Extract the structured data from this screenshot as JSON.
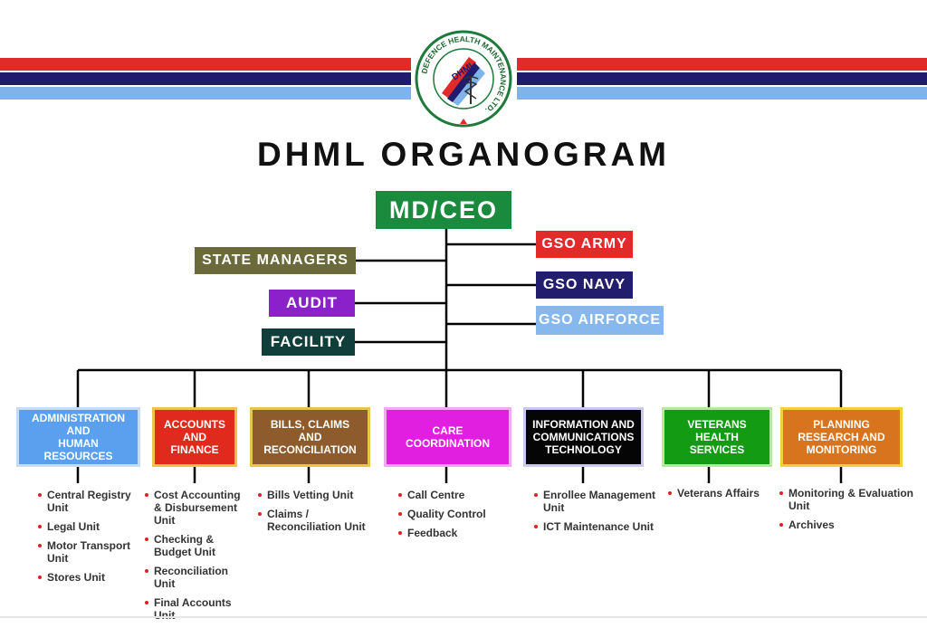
{
  "header": {
    "title": "DHML ORGANOGRAM",
    "logo_ring_text": "DEFENCE HEALTH MAINTENANCE LTD.",
    "logo_text": "DHML",
    "stripe_colors": [
      "#e12a2a",
      "#1f1c6e",
      "#7fb3ea"
    ]
  },
  "top": {
    "md_ceo": "MD/CEO"
  },
  "left_boxes": [
    {
      "label": "STATE MANAGERS",
      "color": "#6b6a3b"
    },
    {
      "label": "AUDIT",
      "color": "#8b22c9"
    },
    {
      "label": "FACILITY",
      "color": "#0f3e3b"
    }
  ],
  "right_boxes": [
    {
      "label": "GSO ARMY",
      "color": "#e12a2a"
    },
    {
      "label": "GSO NAVY",
      "color": "#231d6e"
    },
    {
      "label": "GSO AIRFORCE",
      "color": "#86b8ee"
    }
  ],
  "departments": [
    {
      "label": "ADMINISTRATION AND HUMAN RESOURCES",
      "lines": [
        "ADMINISTRATION",
        "AND",
        "HUMAN RESOURCES"
      ],
      "color": "#5aa0ee",
      "border": "#c7dcf4",
      "units": [
        "Central Registry Unit",
        "Legal Unit",
        "Motor Transport Unit",
        "Stores Unit"
      ]
    },
    {
      "label": "ACCOUNTS AND FINANCE",
      "lines": [
        "ACCOUNTS",
        "AND",
        "FINANCE"
      ],
      "color": "#e02a1d",
      "border": "#f2c14a",
      "units": [
        "Cost Accounting & Disbursement Unit",
        "Checking & Budget Unit",
        "Reconciliation Unit",
        "Final Accounts Unit"
      ]
    },
    {
      "label": "BILLS, CLAIMS AND RECONCILIATION",
      "lines": [
        "BILLS, CLAIMS",
        "AND",
        "RECONCILIATION"
      ],
      "color": "#8e5c2c",
      "border": "#e6c64b",
      "units": [
        "Bills Vetting Unit",
        "Claims / Reconciliation Unit"
      ]
    },
    {
      "label": "CARE COORDINATION",
      "lines": [
        "CARE COORDINATION"
      ],
      "color": "#e01fe0",
      "border": "#f2a8f2",
      "units": [
        "Call Centre",
        "Quality Control",
        "Feedback"
      ]
    },
    {
      "label": "INFORMATION AND COMMUNICATIONS TECHNOLOGY",
      "lines": [
        "INFORMATION AND",
        "COMMUNICATIONS",
        "TECHNOLOGY"
      ],
      "color": "#050505",
      "border": "#c9c9f0",
      "units": [
        "Enrollee Management Unit",
        "ICT Maintenance Unit"
      ]
    },
    {
      "label": "VETERANS HEALTH SERVICES",
      "lines": [
        "VETERANS HEALTH",
        "SERVICES"
      ],
      "color": "#139c13",
      "border": "#b8e7a0",
      "units": [
        "Veterans Affairs"
      ]
    },
    {
      "label": "PLANNING RESEARCH AND MONITORING",
      "lines": [
        "PLANNING",
        "RESEARCH AND",
        "MONITORING"
      ],
      "color": "#d8741e",
      "border": "#f3cf3c",
      "units": [
        "Monitoring & Evaluation Unit",
        "Archives"
      ]
    }
  ]
}
